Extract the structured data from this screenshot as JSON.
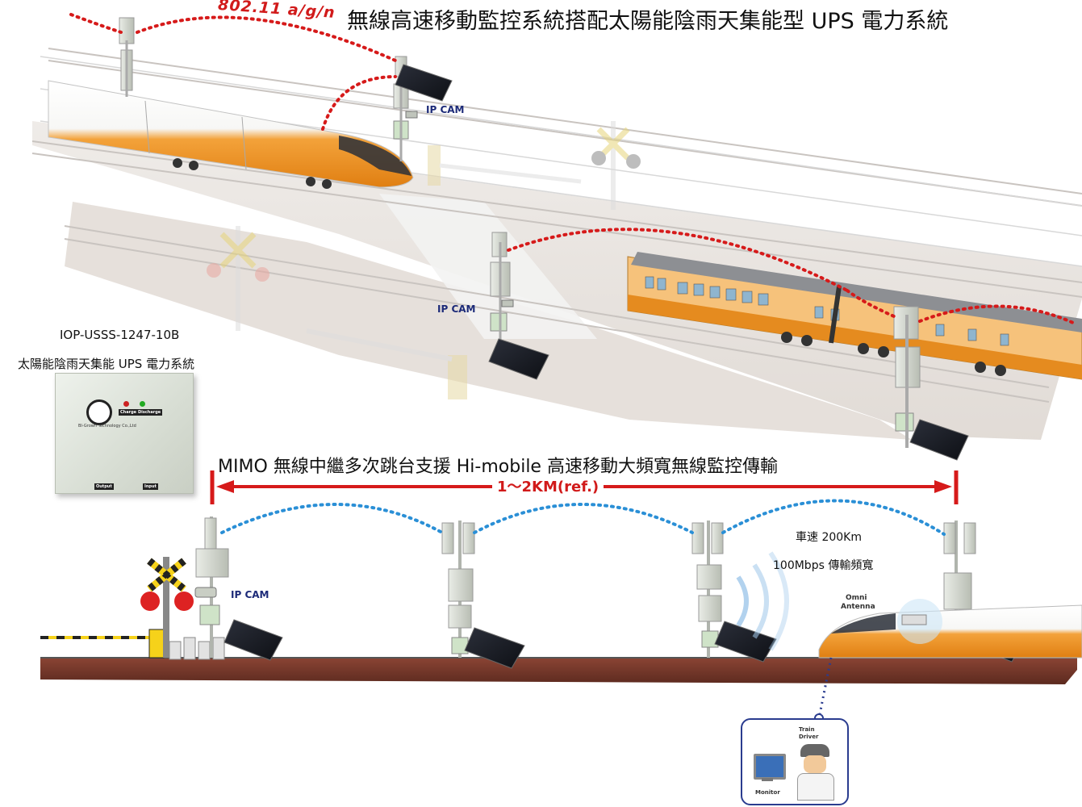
{
  "header": {
    "title": "無線高速移動監控系統搭配太陽能陰雨天集能型 UPS 電力系統",
    "wifi_standard": "802.11 a/g/n"
  },
  "labels": {
    "ip_cam_1": "IP CAM",
    "ip_cam_2": "IP CAM",
    "ip_cam_3": "IP CAM"
  },
  "product": {
    "model": "IOP-USSS-1247-10B",
    "name": "太陽能陰雨天集能 UPS 電力系統",
    "brand_small": "BI-Grown Technology Co.,Ltd",
    "led_charge": "Charge",
    "led_discharge": "Discharge",
    "port_output": "Output",
    "port_input": "Input"
  },
  "relay": {
    "title": "MIMO 無線中繼多次跳台支援 Hi-mobile 高速移動大頻寬無線監控傳輸",
    "distance": "1～2KM(ref.)",
    "speed": "車速 200Km",
    "bandwidth": "100Mbps 傳輸頻寬",
    "omni_line1": "Omni",
    "omni_line2": "Antenna"
  },
  "train_room": {
    "driver_line1": "Train",
    "driver_line2": "Driver",
    "monitor": "Monitor"
  },
  "colors": {
    "red_link": "#d61a1a",
    "blue_link": "#2a8fd6",
    "train_orange": "#f3a23a",
    "ground": "#7a3b2c",
    "pole_gray": "#cfd4cc"
  },
  "icons": [
    "antenna-pole-icon",
    "solar-panel-icon",
    "ip-camera-icon",
    "train-icon",
    "railroad-crossing-icon",
    "monitor-icon",
    "driver-icon",
    "ups-box-icon"
  ]
}
